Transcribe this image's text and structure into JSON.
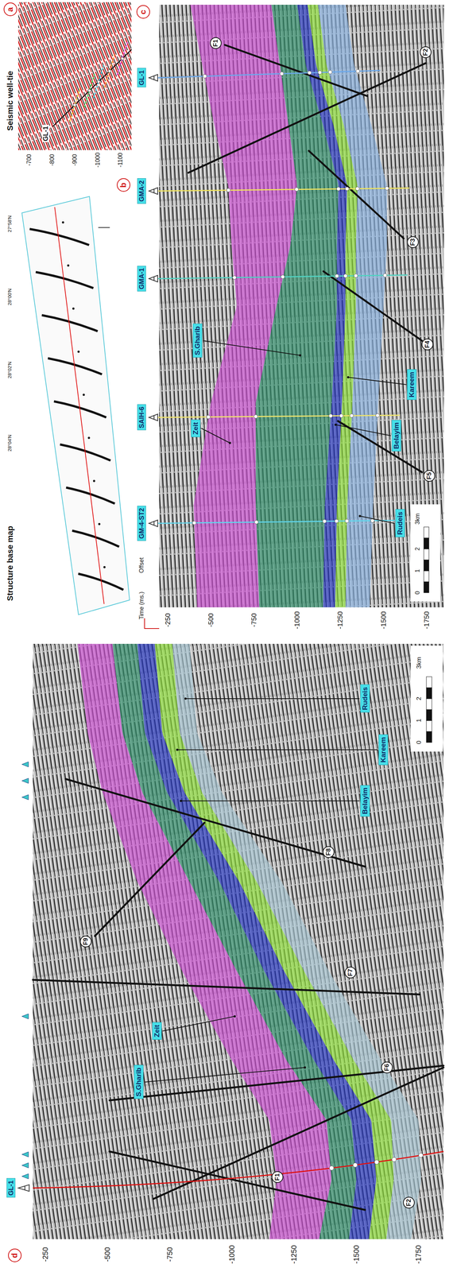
{
  "diagram": {
    "nodes": [
      {
        "text": [
          "a"
        ]
      },
      {
        "text": [
          "b"
        ]
      },
      {
        "text": [
          "c"
        ]
      },
      {
        "text": [
          "GM-4-ST2"
        ]
      },
      {
        "text": [
          "SAIH-6"
        ]
      },
      {
        "text": [
          "GMA-1"
        ]
      },
      {
        "text": [
          "GMA-2"
        ]
      },
      {
        "text": [
          "GL-1"
        ]
      },
      {
        "text": [
          "Zeit"
        ]
      },
      {
        "text": [
          "S.Gharib"
        ]
      },
      {
        "text": [
          "Belayim"
        ]
      },
      {
        "text": [
          "Kareem"
        ]
      },
      {
        "text": [
          "Rudeis"
        ]
      },
      {
        "text": [
          "F1"
        ]
      },
      {
        "text": [
          "F2"
        ]
      },
      {
        "text": [
          "F3"
        ]
      },
      {
        "text": [
          "F4"
        ]
      },
      {
        "text": [
          "F5"
        ]
      },
      {
        "text": [
          "d"
        ]
      },
      {
        "text": [
          "GL-1"
        ]
      },
      {
        "text": [
          "S.Gharib"
        ]
      },
      {
        "text": [
          "Zeit"
        ]
      },
      {
        "text": [
          "Belayim"
        ]
      },
      {
        "text": [
          "Kareem"
        ]
      },
      {
        "text": [
          "Rudeis"
        ]
      },
      {
        "text": [
          "F1"
        ]
      },
      {
        "text": [
          "F2"
        ]
      },
      {
        "text": [
          "F6"
        ]
      },
      {
        "text": [
          "F7"
        ]
      },
      {
        "text": [
          "F8"
        ]
      },
      {
        "text": [
          "F9"
        ]
      }
    ],
    "labels": [
      "Seismic well-tie",
      "GL-1",
      "-700",
      "-800",
      "-900",
      "-1000",
      "-1100",
      "Structure base map",
      "28°04'N",
      "28°02'N",
      "28°00'N",
      "27°58'N",
      "Offset",
      "Time (ms.)",
      "-250",
      "-500",
      "-750",
      "-1000",
      "-1250",
      "-1500",
      "-1750",
      "0",
      "1",
      "2",
      "3km",
      "-250",
      "-500",
      "-750",
      "-1000",
      "-1250",
      "-1500",
      "-1750",
      "0",
      "1",
      "2",
      "3km"
    ]
  }
}
